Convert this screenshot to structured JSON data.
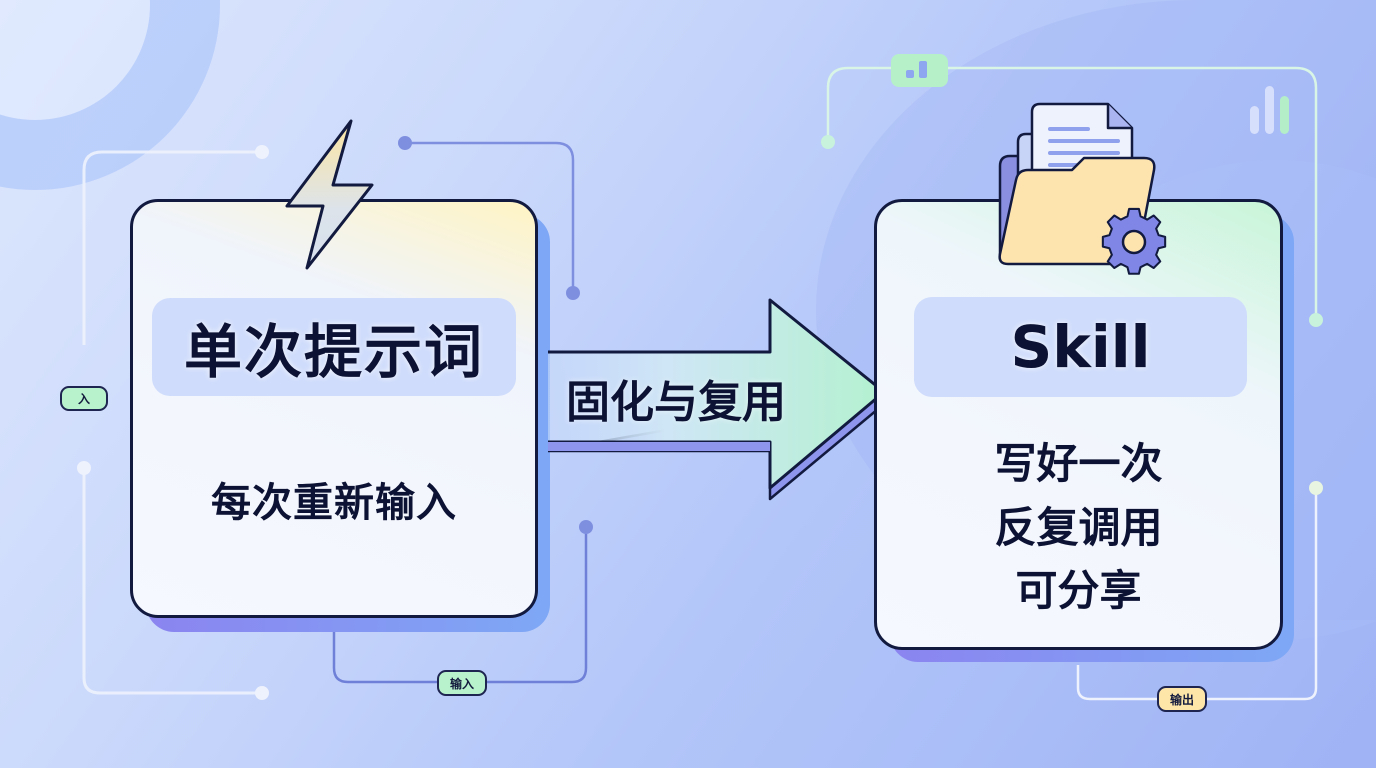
{
  "left_card": {
    "title": "单次提示词",
    "subtitle": "每次重新输入",
    "icon": "lightning-icon"
  },
  "arrow": {
    "label": "固化与复用"
  },
  "right_card": {
    "title": "Skill",
    "lines": [
      "写好一次",
      "反复调用",
      "可分享"
    ],
    "icon": "folder-gear-icon"
  },
  "tags": {
    "left_side": "入",
    "bottom_left": "输入",
    "bottom_right": "输出"
  },
  "colors": {
    "ink": "#121a40",
    "card_shadow_start": "#8b84f0",
    "card_shadow_end": "#7ea8f5",
    "pill": "#cfdcfb",
    "tag_green": "#b8f2cc",
    "tag_yellow": "#fde6a8",
    "folder": "#fde3ae",
    "gear": "#7f86e6",
    "arrow_start": "#d4e6fb",
    "arrow_end": "#b8f0d0"
  }
}
